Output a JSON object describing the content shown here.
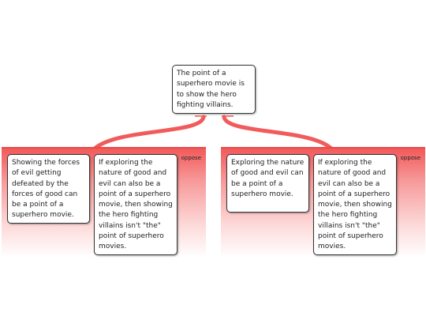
{
  "root": {
    "text": "The point of a superhero movie is to show the hero fighting villains."
  },
  "groups": [
    {
      "label": "oppose",
      "nodes": [
        {
          "text": "Showing the forces of evil getting defeated by the forces of good can be a point of a superhero movie."
        },
        {
          "text": "If exploring the nature of good and evil can also be a point of a superhero movie, then showing the hero fighting villains isn't \"the\" point of superhero movies."
        }
      ]
    },
    {
      "label": "oppose",
      "nodes": [
        {
          "text": "Exploring the nature of good and evil can be a point of a superhero movie."
        },
        {
          "text": "If exploring the nature of good and evil can also be a point of a superhero movie, then showing the hero fighting villains isn't \"the\" point of superhero movies."
        }
      ]
    }
  ],
  "colors": {
    "connector": "#f15b5b",
    "group_top": "#f25a5a"
  }
}
